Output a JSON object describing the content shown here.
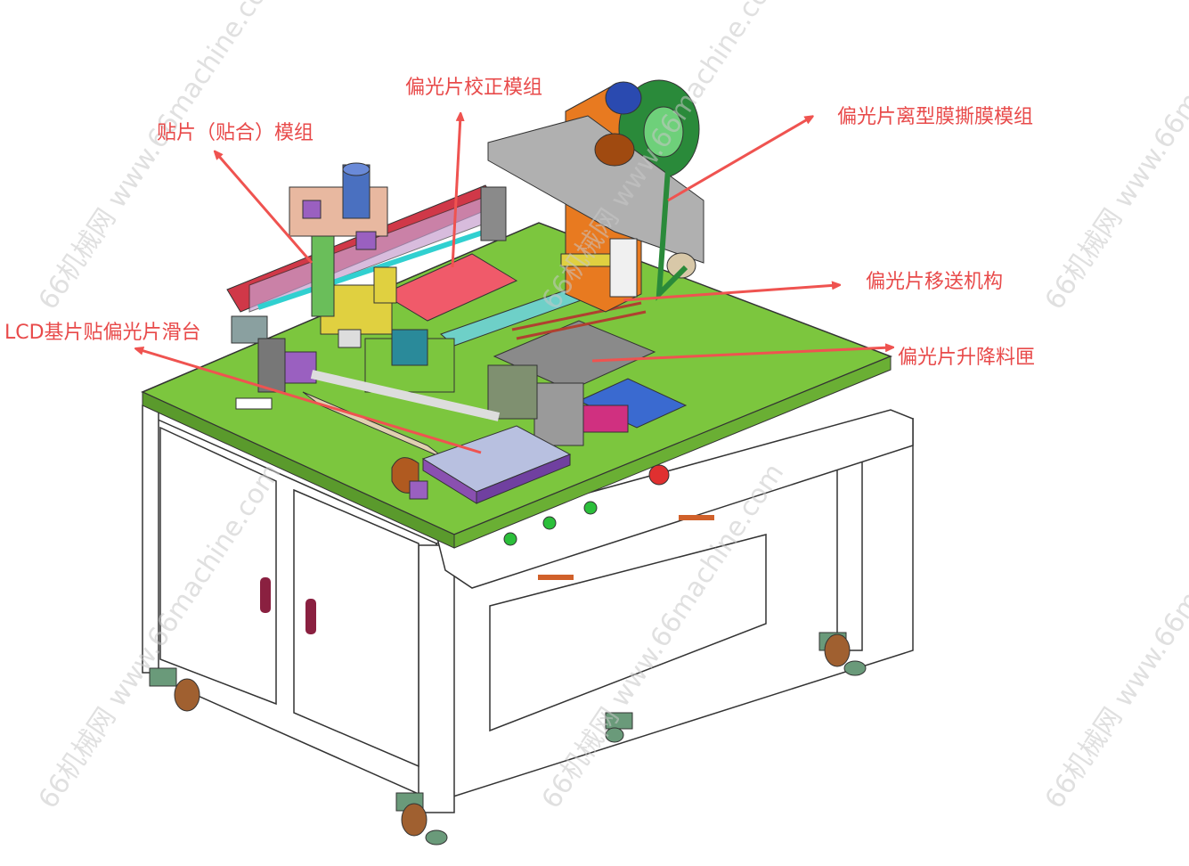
{
  "watermark": {
    "text": "66机械网 www.66machine.com",
    "color": "#c8c8c8"
  },
  "labels": {
    "attach_module": "贴片（贴合）模组",
    "correction_module": "偏光片校正模组",
    "release_film_module": "偏光片离型膜撕膜模组",
    "transfer_mechanism": "偏光片移送机构",
    "lcd_slide": "LCD基片贴偏光片滑台",
    "lift_magazine": "偏光片升降料匣"
  },
  "colors": {
    "label_red": "#e84a4a",
    "arrow_red": "#ef5350",
    "table_green": "#7cc63e",
    "frame_white": "#ffffff",
    "outline": "#333333"
  }
}
